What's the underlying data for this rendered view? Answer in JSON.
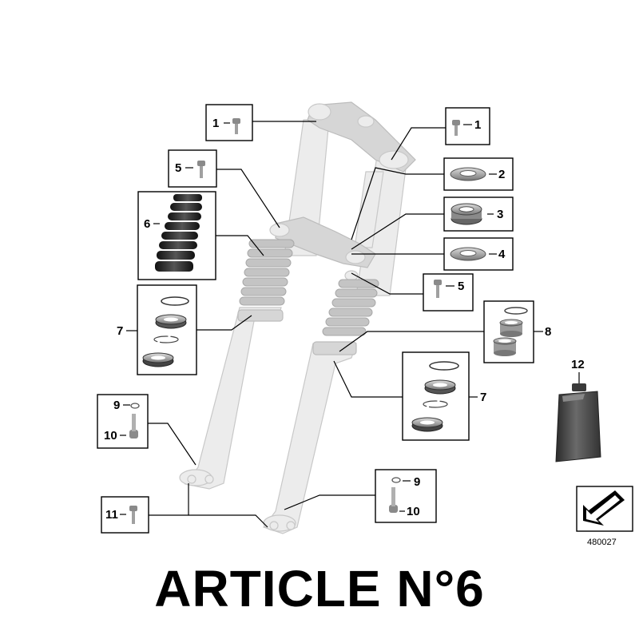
{
  "callouts": {
    "c1_left": "1",
    "c1_right": "1",
    "c2": "2",
    "c3": "3",
    "c4": "4",
    "c5_left": "5",
    "c5_right": "5",
    "c6": "6",
    "c7_left": "7",
    "c7_right": "7",
    "c8": "8",
    "c9_left": "9",
    "c9_right": "9",
    "c10_left": "10",
    "c10_right": "10",
    "c11": "11",
    "c12": "12"
  },
  "reference_code": "480027",
  "title": "ARTICLE N°6",
  "colors": {
    "fork": "#ececec",
    "boot": "#2a2a2a",
    "accent": "#000000"
  }
}
